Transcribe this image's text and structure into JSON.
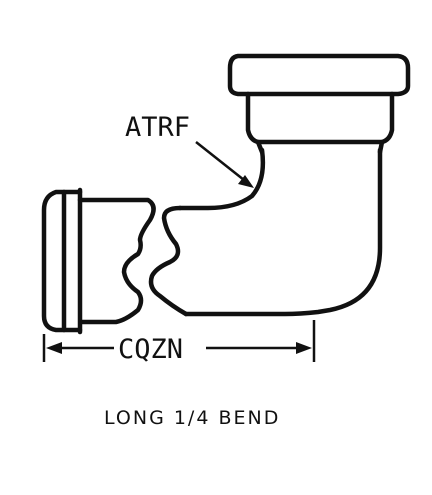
{
  "callout": {
    "label": "ATRF"
  },
  "dimension": {
    "label": "CQZN"
  },
  "caption": {
    "text": "LONG 1/4 BEND"
  },
  "colors": {
    "line": "#111111",
    "background": "#ffffff"
  }
}
